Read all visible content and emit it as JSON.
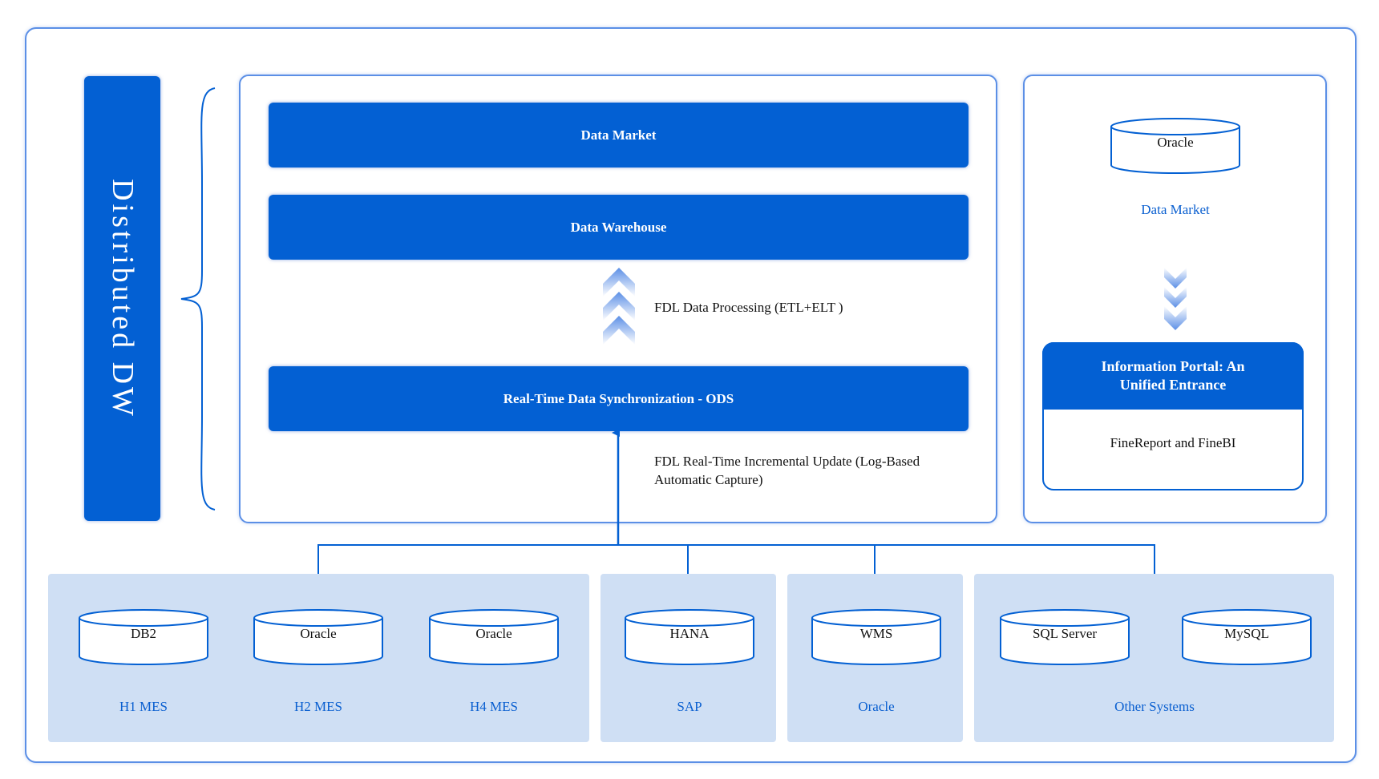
{
  "side_label": "Distributed DW",
  "layers": {
    "data_market": "Data Market",
    "data_warehouse": "Data Warehouse",
    "ods": "Real-Time Data Synchronization - ODS"
  },
  "processing_label": "FDL Data Processing (ETL+ELT )",
  "incremental_label": "FDL Real-Time Incremental Update (Log-Based Automatic Capture)",
  "right_panel": {
    "db_name": "Oracle",
    "db_caption": "Data Market",
    "portal_title": "Information Portal: An Unified Entrance",
    "portal_body": "FineReport and FineBI"
  },
  "sources": [
    {
      "db": "DB2",
      "system": "H1 MES"
    },
    {
      "db": "Oracle",
      "system": "H2 MES"
    },
    {
      "db": "Oracle",
      "system": "H4 MES"
    },
    {
      "db": "HANA",
      "system": "SAP"
    },
    {
      "db": "WMS",
      "system": "Oracle"
    },
    {
      "db": "SQL Server",
      "system": ""
    },
    {
      "db": "MySQL",
      "system": ""
    }
  ],
  "other_systems_label": "Other Systems",
  "colors": {
    "primary": "#0360d3",
    "border": "#5b8fe6",
    "group_fill": "#cfdff4",
    "accent_text": "#0a5fd0"
  }
}
